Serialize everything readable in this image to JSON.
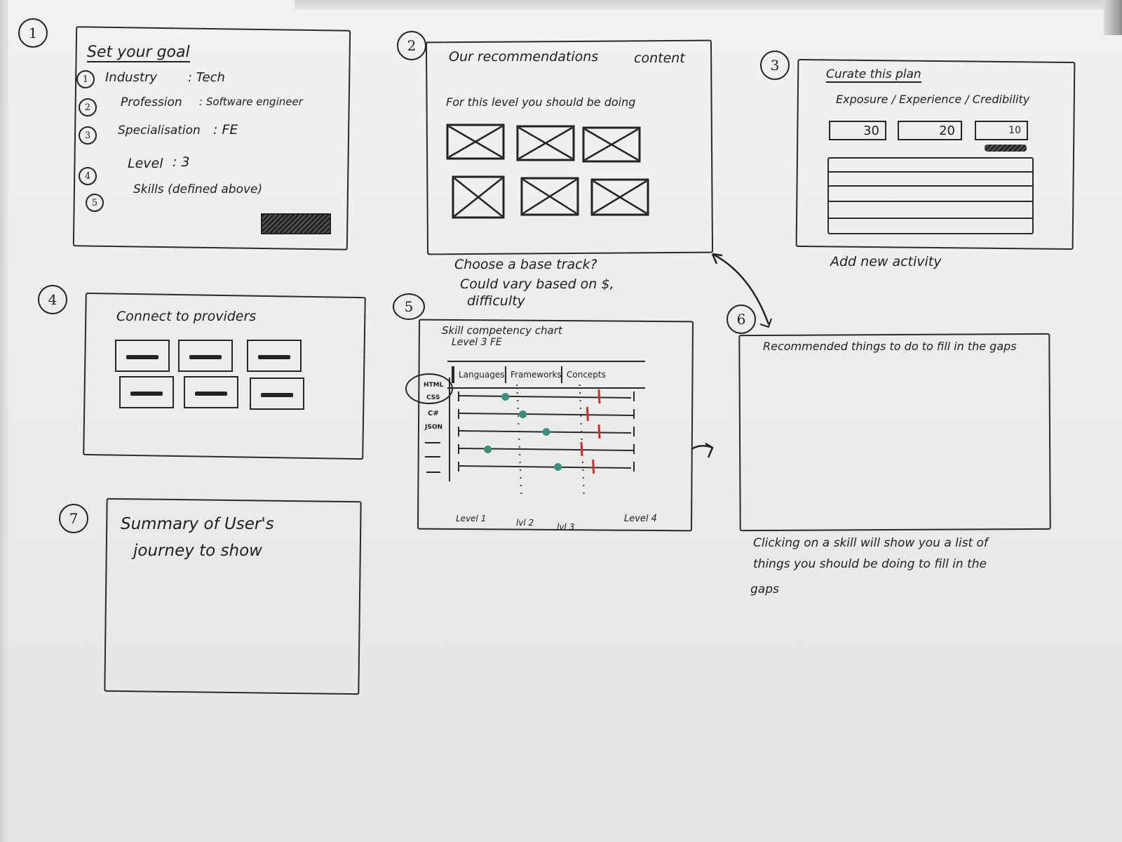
{
  "screen1": {
    "number": "1",
    "title": "Set your goal",
    "items": [
      {
        "num": "1",
        "label": "Industry",
        "value": ": Tech"
      },
      {
        "num": "2",
        "label": "Profession",
        "value": ": Software engineer"
      },
      {
        "num": "3",
        "label": "Specialisation",
        "value": ": FE"
      },
      {
        "num": "4",
        "label": "Level",
        "value": ": 3"
      },
      {
        "num": "5",
        "label": "Skills (defined above)",
        "value": ""
      }
    ]
  },
  "screen2": {
    "number": "2",
    "title": "Our recommendations",
    "title_right": "content",
    "subtitle": "For this level you should be doing",
    "note_lines": [
      "Choose a base track?",
      "Could vary based on $,",
      "difficulty"
    ]
  },
  "screen3": {
    "number": "3",
    "title": "Curate this plan",
    "columns": "Exposure / Experience / Credibility",
    "values": [
      "30",
      "20",
      "10"
    ],
    "footer": "Add new activity"
  },
  "screen4": {
    "number": "4",
    "title": "Connect to providers"
  },
  "screen5": {
    "number": "5",
    "title": "Skill competency chart",
    "subtitle": "Level 3 FE",
    "tabs": [
      "Languages",
      "Frameworks",
      "Concepts"
    ],
    "row_labels": [
      "HTML",
      "CSS",
      "C#",
      "JSON",
      "",
      ""
    ],
    "level_labels": [
      "Level 1",
      "lvl 2",
      "lvl 3",
      "Level 4"
    ]
  },
  "screen6": {
    "number": "6",
    "title": "Recommended things to do to fill in the gaps",
    "note_lines": [
      "Clicking on a skill will show you a list of",
      "things you should be doing to fill in the",
      "gaps"
    ]
  },
  "screen7": {
    "number": "7",
    "title_lines": [
      "Summary of User's",
      "journey to show"
    ]
  },
  "chart_data": {
    "type": "scatter",
    "title": "Skill competency chart",
    "categories": [
      "HTML",
      "CSS",
      "C#",
      "JSON",
      "",
      ""
    ],
    "xlabel_ticks": [
      "Level 1",
      "lvl 2",
      "lvl 3",
      "Level 4"
    ],
    "series": [
      {
        "values": [
          1.8,
          2.1,
          2.5,
          1.5,
          2.7
        ]
      },
      {
        "values": [
          3.4,
          3.2,
          3.4,
          3.1,
          3.3
        ]
      }
    ],
    "colors": {
      "current": "#3d8f7b",
      "target": "#d22b2b"
    },
    "xlim": [
      1,
      4
    ]
  }
}
